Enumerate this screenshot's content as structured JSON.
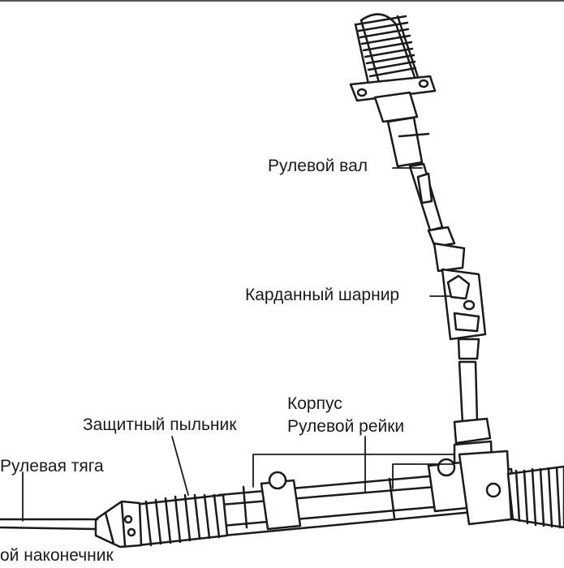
{
  "diagram": {
    "labels": {
      "steering_shaft": "Рулевой вал",
      "cardan_joint": "Карданный шарнир",
      "rack_housing_line1": "Корпус",
      "rack_housing_line2": "Рулевой рейки",
      "protective_boot": "Защитный пыльник",
      "tie_rod": "Рулевая тяга",
      "tie_rod_end_partial": "ой наконечник"
    },
    "colors": {
      "ink": "#1a1a1a",
      "background": "#ffffff"
    }
  }
}
